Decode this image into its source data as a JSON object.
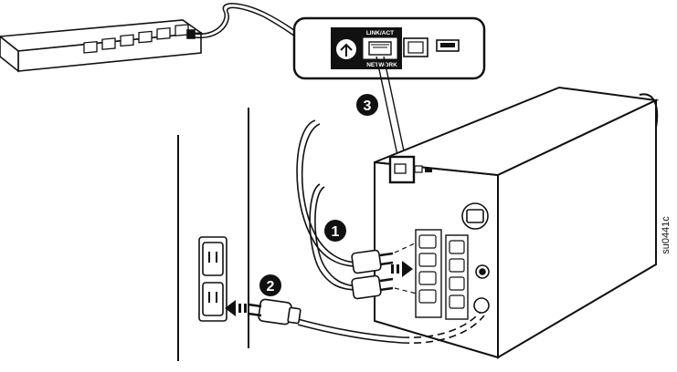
{
  "diagram": {
    "steps": [
      "1",
      "2",
      "3"
    ],
    "port_labels": {
      "top": "LINK/ACT",
      "bottom": "NETWORK"
    },
    "figure_code": "su0441c"
  },
  "colors": {
    "line": "#111111",
    "fill": "#ffffff",
    "dark": "#111111",
    "wall": "#f2f2f2"
  }
}
